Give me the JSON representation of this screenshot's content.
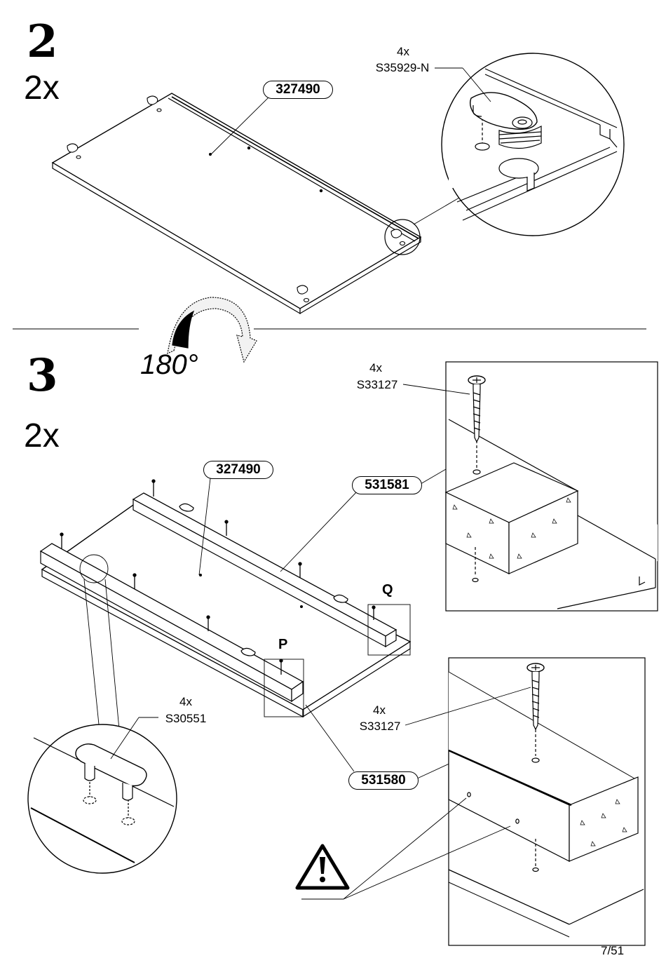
{
  "step2": {
    "number": "2",
    "quantity": "2x",
    "panel_part": "327490",
    "detail_qty": "4x",
    "detail_part": "S35929-N"
  },
  "rotation": {
    "label": "180°"
  },
  "step3": {
    "number": "3",
    "quantity": "2x",
    "panel_part": "327490",
    "rail_part_a": "531581",
    "rail_part_b": "531580",
    "screw_a_qty": "4x",
    "screw_a_part": "S33127",
    "screw_b_qty": "4x",
    "screw_b_part": "S33127",
    "dowel_qty": "4x",
    "dowel_part": "S30551",
    "marker_p": "P",
    "marker_q": "Q"
  },
  "footer": {
    "page": "7/51"
  },
  "icons": [
    "warning-icon",
    "rotate-arrow-icon",
    "screw-icon",
    "cam-lock-icon",
    "dowel-icon"
  ]
}
